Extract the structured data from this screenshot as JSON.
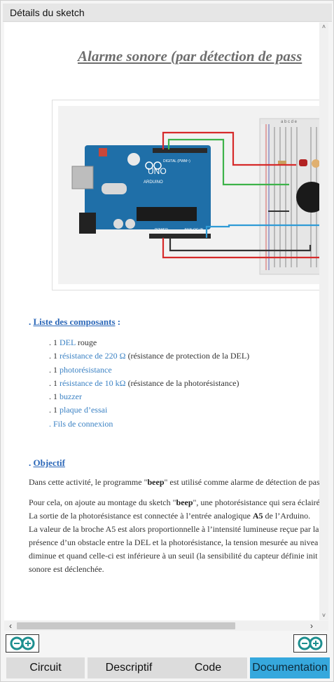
{
  "window": {
    "title": "Détails du sketch"
  },
  "document": {
    "title": "Alarme sonore (par détection de pass",
    "components_section": {
      "heading_dot": ".",
      "heading": "Liste des composants",
      "heading_colon": ":",
      "items": [
        {
          "prefix": ". 1 ",
          "link": "DEL",
          "suffix": " rouge"
        },
        {
          "prefix": ". 1 ",
          "link": "résistance de 220 Ω",
          "suffix": " (résistance de protection de la DEL)"
        },
        {
          "prefix": ". 1 ",
          "link": "photorésistance",
          "suffix": ""
        },
        {
          "prefix": ". 1 ",
          "link": "résistance de 10 kΩ",
          "suffix": " (résistance de la photorésistance)"
        },
        {
          "prefix": ". 1 ",
          "link": "buzzer",
          "suffix": ""
        },
        {
          "prefix": ". 1 ",
          "link": "plaque d’essai",
          "suffix": ""
        },
        {
          "prefix": "",
          "link": ". Fils de connexion",
          "suffix": ""
        }
      ]
    },
    "objective_section": {
      "heading_dot": ".",
      "heading": "Objectif",
      "p1": {
        "a": "Dans cette activité, le programme \"",
        "b": "beep",
        "c": "\" est utilisé comme alarme de détection de pas"
      },
      "p2_line1": {
        "a": "Pour cela, on ajoute au montage du sketch \"",
        "b": "beep",
        "c": "\", une photorésistance qui sera éclairé"
      },
      "p2_line2": {
        "a": "La sortie de la photorésistance est connectée à l’entrée analogique ",
        "b": "A5",
        "c": " de l’Arduino."
      },
      "p2_line3": "La valeur de la broche A5 est alors proportionnelle à l’intensité lumineuse reçue par la",
      "p2_line4": "présence d’un obstacle entre la DEL et la photorésistance, la tension mesurée au nivea",
      "p2_line5": "diminue et quand celle-ci est inférieure à un seuil (la sensibilité du capteur définie init",
      "p2_line6": "sonore est déclenchée."
    }
  },
  "board": {
    "brand": "ARDUINO",
    "model": "UNO",
    "digital_label": "DIGITAL (PWM~)",
    "power_label": "POWER",
    "analog_label": "ANALOG IN",
    "breadboard_cols": "a b c d e"
  },
  "tabs": [
    {
      "label": "Circuit",
      "active": false
    },
    {
      "label": "Descriptif",
      "active": false
    },
    {
      "label": "Code",
      "active": false
    },
    {
      "label": "Documentation",
      "active": true
    }
  ],
  "colors": {
    "accent": "#36a8dd",
    "link": "#3b82c4",
    "board": "#1f6fa8",
    "wire_red": "#d62a2a",
    "wire_green": "#3db34a",
    "wire_blue": "#2f9bd6",
    "wire_black": "#333333"
  },
  "icons": {
    "left_logo": "arduino-logo-icon",
    "right_logo": "arduino-logo-icon"
  }
}
